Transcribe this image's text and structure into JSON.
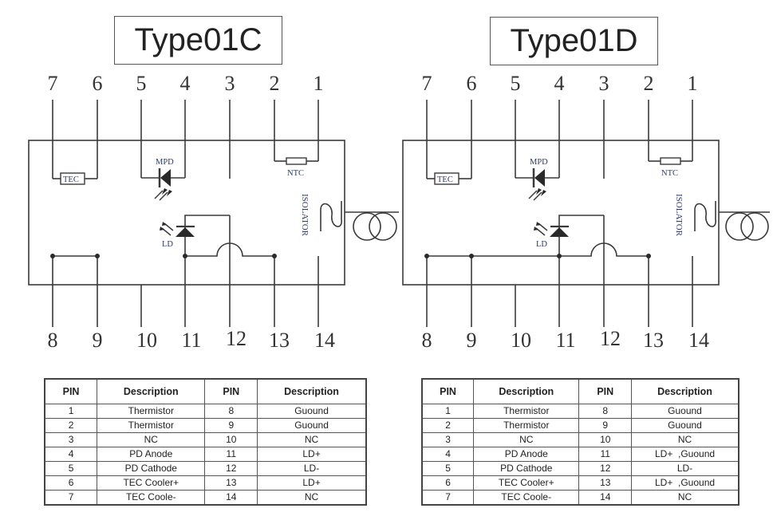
{
  "diagrams": [
    {
      "title": "Type01C",
      "top_pins": [
        "7",
        "6",
        "5",
        "4",
        "3",
        "2",
        "1"
      ],
      "bottom_pins": [
        "8",
        "9",
        "10",
        "11",
        "12",
        "13",
        "14"
      ],
      "labels": {
        "tec": "TEC",
        "mpd": "MPD",
        "ld": "LD",
        "ntc": "NTC",
        "isolator": "ISOLATOR"
      },
      "ground_bus": "pins 8-9",
      "table": {
        "headers": [
          "PIN",
          "Description",
          "PIN",
          "Description"
        ],
        "rows": [
          [
            "1",
            "Thermistor",
            "8",
            "Guound"
          ],
          [
            "2",
            "Thermistor",
            "9",
            "Guound"
          ],
          [
            "3",
            "NC",
            "10",
            "NC"
          ],
          [
            "4",
            "PD Anode",
            "11",
            "LD+"
          ],
          [
            "5",
            "PD Cathode",
            "12",
            "LD-"
          ],
          [
            "6",
            "TEC Cooler+",
            "13",
            "LD+"
          ],
          [
            "7",
            "TEC Coole-",
            "14",
            "NC"
          ]
        ]
      }
    },
    {
      "title": "Type01D",
      "top_pins": [
        "7",
        "6",
        "5",
        "4",
        "3",
        "2",
        "1"
      ],
      "bottom_pins": [
        "8",
        "9",
        "10",
        "11",
        "12",
        "13",
        "14"
      ],
      "labels": {
        "tec": "TEC",
        "mpd": "MPD",
        "ld": "LD",
        "ntc": "NTC",
        "isolator": "ISOLATOR"
      },
      "ground_bus": "pins 8-9-11-13",
      "table": {
        "headers": [
          "PIN",
          "Description",
          "PIN",
          "Description"
        ],
        "rows": [
          [
            "1",
            "Thermistor",
            "8",
            "Guound"
          ],
          [
            "2",
            "Thermistor",
            "9",
            "Guound"
          ],
          [
            "3",
            "NC",
            "10",
            "NC"
          ],
          [
            "4",
            "PD Anode",
            "11",
            "LD+  ,Guound"
          ],
          [
            "5",
            "PD Cathode",
            "12",
            "LD-"
          ],
          [
            "6",
            "TEC Cooler+",
            "13",
            "LD+  ,Guound"
          ],
          [
            "7",
            "TEC Coole-",
            "14",
            "NC"
          ]
        ]
      }
    }
  ],
  "colors": {
    "line": "#3a3a3a",
    "label": "#2b3a6b"
  }
}
